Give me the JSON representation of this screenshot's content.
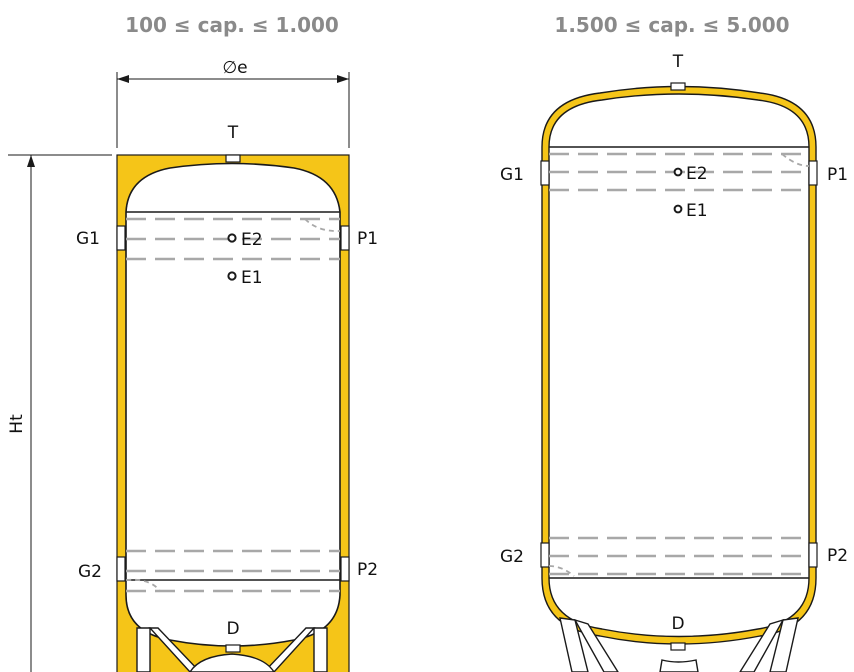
{
  "left_tank": {
    "title": "100 ≤ cap. ≤ 1.000",
    "diameter_label": "∅e",
    "height_label": "Ht",
    "labels": {
      "T": "T",
      "G1": "G1",
      "P1": "P1",
      "E2": "E2",
      "E1": "E1",
      "G2": "G2",
      "P2": "P2",
      "D": "D"
    }
  },
  "right_tank": {
    "title": "1.500 ≤ cap. ≤ 5.000",
    "labels": {
      "T": "T",
      "G1": "G1",
      "P1": "P1",
      "E2": "E2",
      "E1": "E1",
      "G2": "G2",
      "P2": "P2",
      "D": "D"
    }
  },
  "colors": {
    "insulation": "#f5c518",
    "line": "#1a1a1a",
    "coil": "#a8a8a8",
    "title": "#8a8a8a"
  }
}
